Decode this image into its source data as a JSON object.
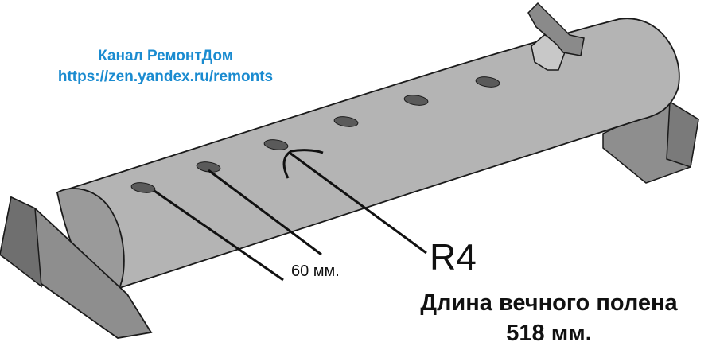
{
  "watermark": {
    "channel": "Канал РемонтДом",
    "url": "https://zen.yandex.ru/remonts",
    "color": "#1a8bd0"
  },
  "labels": {
    "hole_spacing": "60 мм.",
    "hole_radius": "R4",
    "length_caption_line1": "Длина вечного полена",
    "length_caption_line2": "518 мм."
  },
  "colors": {
    "pipe_body": "#b4b4b4",
    "pipe_end_cap": "#9a9a9a",
    "support": "#8e8e8e",
    "holes": "#5a5a5a",
    "outline": "#1a1a1a"
  }
}
